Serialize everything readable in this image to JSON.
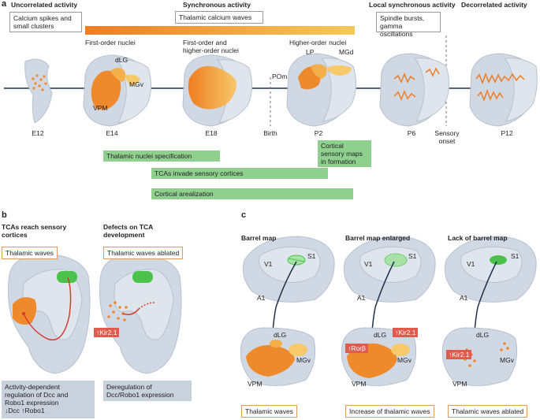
{
  "panel_a": {
    "letter": "a",
    "uncorrelated_title": "Uncorrelated activity",
    "uncorrelated_box": [
      "Calcium spikes and",
      "small clusters"
    ],
    "synchronous_title": "Synchronous activity",
    "synchronous_box": "Thalamic calcium waves",
    "local_title": "Local synchronous activity",
    "local_box": [
      "Spindle bursts,",
      "gamma oscillations"
    ],
    "decorrelated_title": "Decorrelated activity",
    "nuclei_labels": {
      "first_order": "First-order nuclei",
      "first_and_higher": [
        "First-order and",
        "higher-order nuclei"
      ],
      "higher_order": "Higher-order nuclei"
    },
    "structure_labels": {
      "dlg": "dLG",
      "mgv": "MGv",
      "vpm": "VPM",
      "lp": "LP",
      "mgd": "MGd",
      "pom": "POm"
    },
    "timepoints": [
      "E12",
      "E14",
      "E18",
      "Birth",
      "P2",
      "P6",
      "Sensory",
      "onset",
      "P12"
    ],
    "bars": {
      "thalamic_spec": "Thalamic nuclei specification",
      "cortical_maps": [
        "Cortical",
        "sensory maps",
        "in formation"
      ],
      "tcas_invade": "TCAs invade sensory cortices",
      "arealization": "Cortical arealization"
    },
    "colors": {
      "orange": "#ef8a2c",
      "green_bar": "#8fd08f",
      "brain_fill": "#cfd8e3",
      "timeline": "#1f2f4a",
      "red_tag": "#e05a4e"
    }
  },
  "panel_b": {
    "letter": "b",
    "title_left": [
      "TCAs reach sensory",
      "cortices"
    ],
    "title_right": [
      "Defects on TCA",
      "development"
    ],
    "box_left": "Thalamic waves",
    "box_right": "Thalamic waves ablated",
    "kir_tag": "↑Kir2.1",
    "grey_left": [
      "Activity-dependent",
      "regulation of Dcc and",
      "Robo1 expression",
      "↓Dcc ↑Robo1"
    ],
    "grey_right": [
      "Deregulation of",
      "Dcc/Robo1 expression"
    ]
  },
  "panel_c": {
    "letter": "c",
    "titles": [
      "Barrel map",
      "Barrel map enlarged",
      "Lack of barrel map"
    ],
    "labels": {
      "v1": "V1",
      "s1": "S1",
      "a1": "A1",
      "dlg": "dLG",
      "mgv": "MGv",
      "vpm": "VPM"
    },
    "tags": {
      "ror": "↑Rorβ",
      "kir": "↑Kir2.1"
    },
    "boxes": [
      "Thalamic waves",
      "Increase of thalamic waves",
      "Thalamic waves ablated"
    ]
  }
}
